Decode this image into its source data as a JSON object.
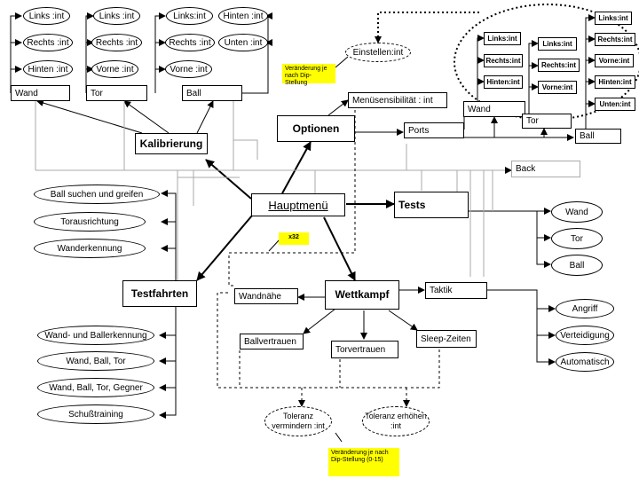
{
  "top_left": {
    "group1": [
      "Links :int",
      "Rechts :int",
      "Hinten :int"
    ],
    "group2": [
      "Links :int",
      "Rechts :int",
      "Vorne :int"
    ],
    "group3": [
      "Links:int",
      "Hinten :int",
      "Rechts :int",
      "Unten :int",
      "Vorne :int"
    ],
    "wand": "Wand",
    "tor": "Tor",
    "ball": "Ball"
  },
  "main": {
    "kalibrierung": "Kalibrierung",
    "optionen": "Optionen",
    "hauptmenue": "Hauptmenü",
    "tests": "Tests",
    "testfahrten": "Testfahrten",
    "wettkampf": "Wettkampf"
  },
  "optionen": {
    "einstellen": "Einstellen:int",
    "menuesensibilitaet": "Menüsensibilität : int",
    "ports": "Ports",
    "back": "Back",
    "ball": "Ball",
    "note": "Veränderung je nach Dip-Stellung"
  },
  "right_group": {
    "col1": [
      "Links:int",
      "Rechts:int",
      "Hinten:int"
    ],
    "col2": [
      "Links:int",
      "Rechts:int",
      "Vorne:int"
    ],
    "col3": [
      "Links:int",
      "Rechts:int",
      "Vorne:int",
      "Hinten:int",
      "Unten:int"
    ],
    "wand": "Wand",
    "tor": "Tor"
  },
  "kalibrierung_left": [
    "Ball suchen und greifen",
    "Torausrichtung",
    "Wanderkennung"
  ],
  "testfahrten_items": [
    "Wand- und Ballerkennung",
    "Wand, Ball, Tor",
    "Wand, Ball, Tor, Gegner",
    "Schußtraining"
  ],
  "tests_items": [
    "Wand",
    "Tor",
    "Ball"
  ],
  "wettkampf": {
    "wandnaehe": "Wandnähe",
    "ballvertrauen": "Ballvertrauen",
    "torvertrauen": "Torvertrauen",
    "sleep": "Sleep-Zeiten",
    "taktik": "Taktik",
    "x32": "x32",
    "toleranz_min": "Toleranz vermindern :int",
    "toleranz_plus": "Toleranz erhöhen :int",
    "note": "Veränderung je nach Dip-Stellung (0-15)"
  },
  "taktik_items": [
    "Angriff",
    "Verteidigung",
    "Automatisch"
  ]
}
